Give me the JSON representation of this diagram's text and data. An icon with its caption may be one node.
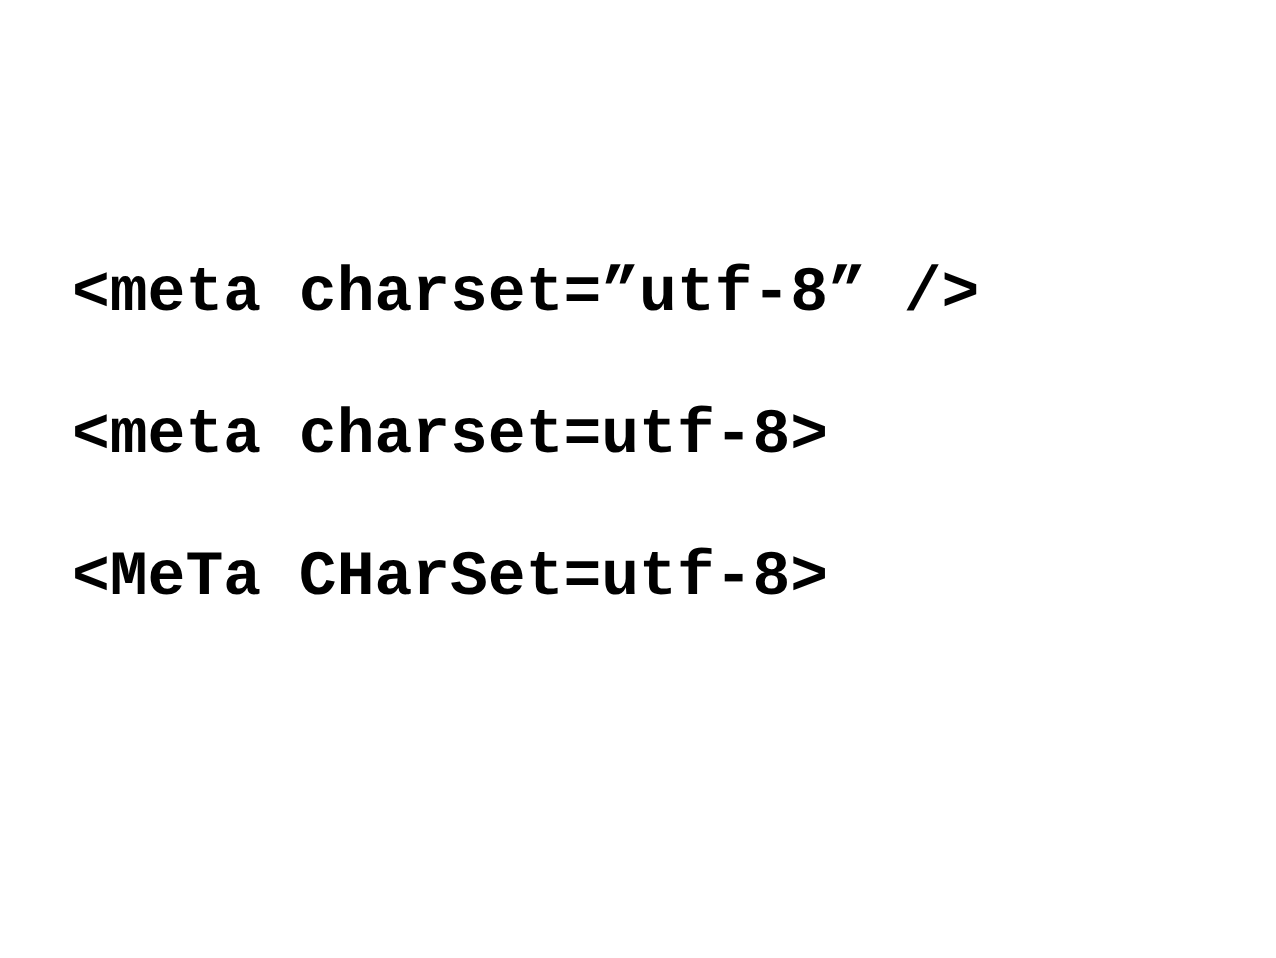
{
  "diagram": {
    "labels": [
      "<meta charset=”utf-8” />",
      "<meta charset=utf-8>",
      "<MeTa CHarSet=utf-8>"
    ]
  }
}
